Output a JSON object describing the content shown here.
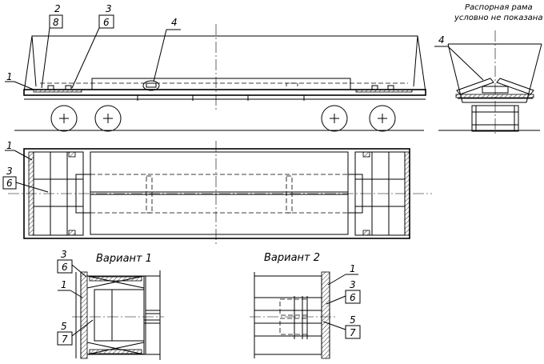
{
  "figure": {
    "note_lines": [
      "Распорная рама",
      "условно  не показана"
    ],
    "variant1_title": "Вариант 1",
    "variant2_title": "Вариант 2"
  },
  "side_view": {
    "callouts": [
      {
        "id": "c1",
        "text": "1"
      },
      {
        "id": "c2",
        "text": "2"
      },
      {
        "id": "c8",
        "text": "8"
      },
      {
        "id": "c3",
        "text": "3"
      },
      {
        "id": "c6",
        "text": "6"
      },
      {
        "id": "c4",
        "text": "4"
      }
    ]
  },
  "end_view": {
    "callouts": [
      {
        "id": "c4",
        "text": "4"
      }
    ]
  },
  "top_view": {
    "callouts": [
      {
        "id": "c1",
        "text": "1"
      },
      {
        "id": "c3",
        "text": "3"
      },
      {
        "id": "c6",
        "text": "6"
      }
    ]
  },
  "variant1": {
    "callouts": [
      {
        "id": "c3",
        "text": "3"
      },
      {
        "id": "c6",
        "text": "6"
      },
      {
        "id": "c1",
        "text": "1"
      },
      {
        "id": "c5",
        "text": "5"
      },
      {
        "id": "c7",
        "text": "7"
      }
    ]
  },
  "variant2": {
    "callouts": [
      {
        "id": "c1",
        "text": "1"
      },
      {
        "id": "c3",
        "text": "3"
      },
      {
        "id": "c6",
        "text": "6"
      },
      {
        "id": "c5",
        "text": "5"
      },
      {
        "id": "c7",
        "text": "7"
      }
    ]
  }
}
